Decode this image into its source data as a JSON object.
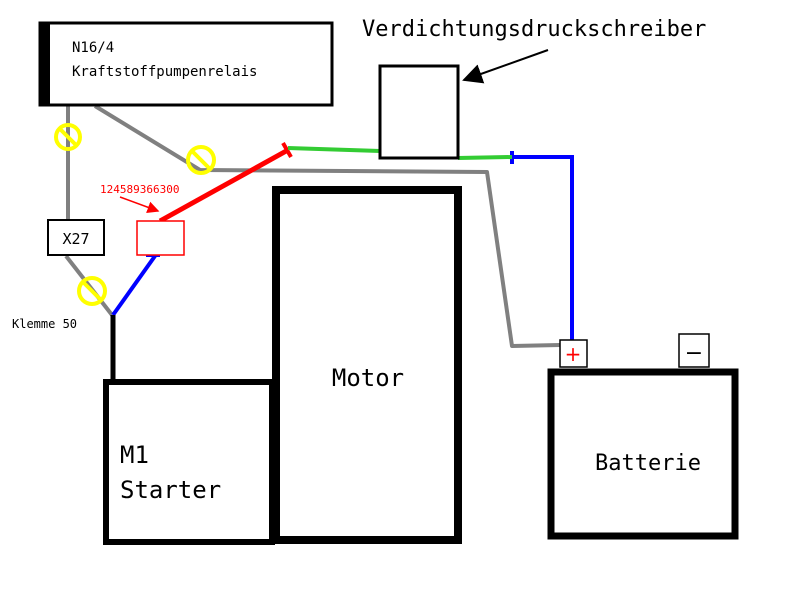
{
  "relay": {
    "line1": "N16/4",
    "line2": "Kraftstoffpumpenrelais"
  },
  "recorder": {
    "label": "Verdichtungsdruckschreiber"
  },
  "connector": {
    "label": "X27"
  },
  "part_number": {
    "label": "124589366300"
  },
  "terminal": {
    "label": "Klemme 50"
  },
  "starter": {
    "line1": "M1",
    "line2": "Starter"
  },
  "motor": {
    "label": "Motor"
  },
  "battery": {
    "label": "Batterie",
    "plus": "+",
    "minus": "−"
  },
  "colors": {
    "outline": "#000000",
    "wire_gray": "#808080",
    "wire_red": "#ff0000",
    "wire_blue": "#0000ff",
    "wire_green": "#33cc33",
    "fuse_yellow": "#ffff00",
    "plus_red": "#ff0000"
  },
  "icons": {
    "fuse": "fuse-symbol-icon",
    "pointer": "arrow-pointer-icon"
  }
}
